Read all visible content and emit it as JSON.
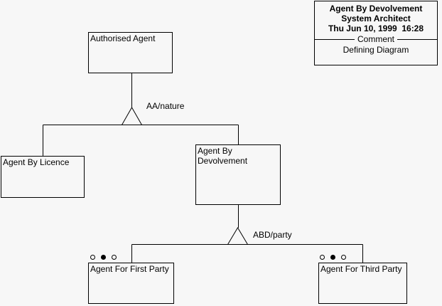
{
  "diagram": {
    "background": "#f7f7f7",
    "line_color": "#000000",
    "nodes": [
      {
        "id": "authorised-agent",
        "label": "Authorised Agent"
      },
      {
        "id": "agent-by-licence",
        "label": "Agent By Licence"
      },
      {
        "id": "agent-by-devolvement",
        "label": "Agent By Devolvement"
      },
      {
        "id": "agent-for-first-party",
        "label": "Agent For First Party",
        "indicators": [
          "open",
          "filled",
          "open"
        ]
      },
      {
        "id": "agent-for-third-party",
        "label": "Agent For Third Party",
        "indicators": [
          "open",
          "filled",
          "open"
        ]
      }
    ],
    "relations": [
      {
        "id": "aa-nature",
        "label": "AA/nature"
      },
      {
        "id": "abd-party",
        "label": "ABD/party"
      }
    ]
  },
  "title_block": {
    "line1": "Agent By Devolvement",
    "line2": "System Architect",
    "line3": "Thu Jun 10, 1999  16:28",
    "section_label": "Comment",
    "comment": "Defining Diagram"
  }
}
